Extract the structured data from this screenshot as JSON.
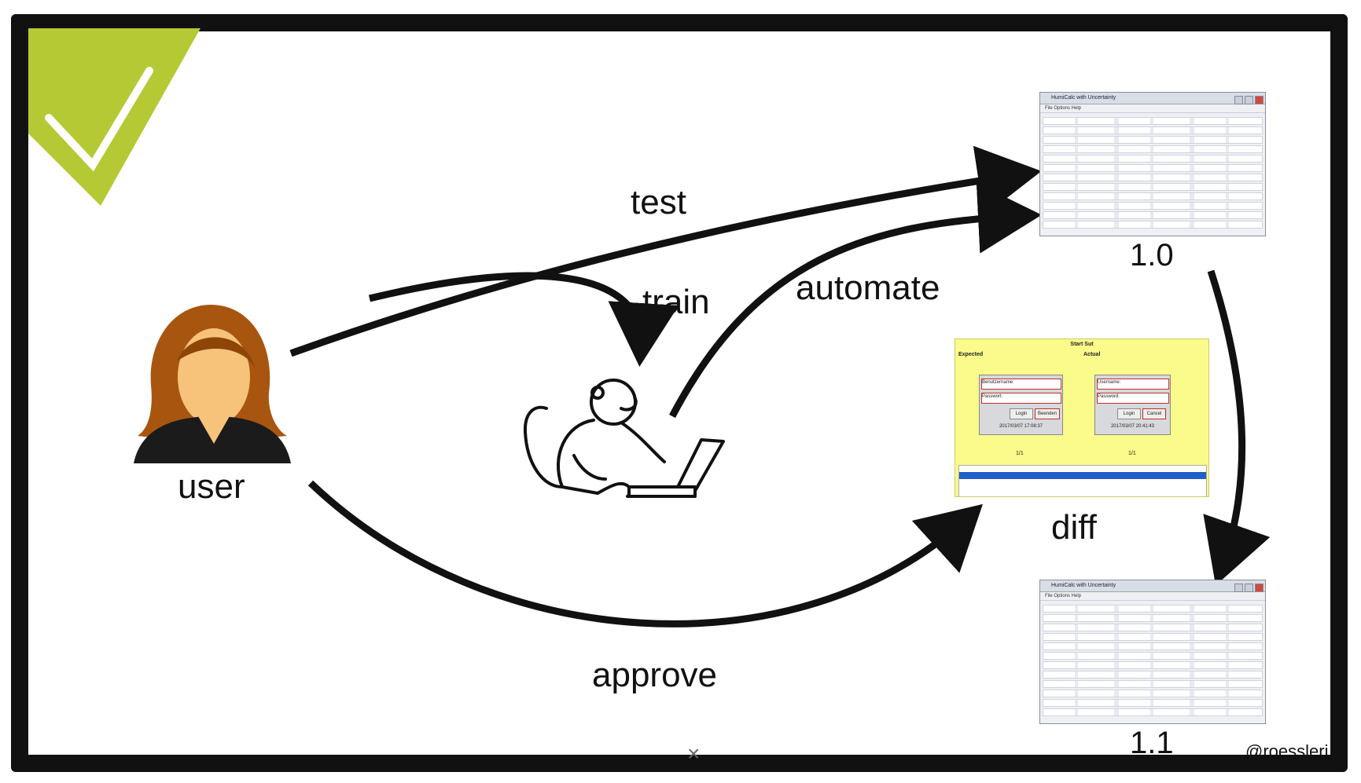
{
  "labels": {
    "test": "test",
    "train": "train",
    "automate": "automate",
    "user": "user",
    "diff": "diff",
    "approve": "approve"
  },
  "versions": {
    "v1": "1.0",
    "v2": "1.1"
  },
  "handle": "@roesslerj",
  "close_glyph": "×",
  "screenshot": {
    "title": "HumiCalc with Uncertainty",
    "menu": "File   Options   Help"
  },
  "diff_panel": {
    "header": "Start Sut",
    "expected": "Expected",
    "actual": "Actual",
    "expected_fields": [
      "Benutzername:",
      "Passwort:"
    ],
    "actual_fields": [
      "Username:",
      "Password:"
    ],
    "expected_buttons": [
      "Login",
      "Beenden"
    ],
    "actual_buttons": [
      "Login",
      "Cancel"
    ],
    "expected_date": "2017/03/07 17:08:37",
    "actual_date": "2017/03/07 20:41:43",
    "pager": "1/1"
  },
  "colors": {
    "accent": "#b5c934",
    "ink": "#111111",
    "diff_bg": "#fafb8a"
  },
  "icons": [
    "user-avatar-icon",
    "monkey-laptop-icon"
  ]
}
